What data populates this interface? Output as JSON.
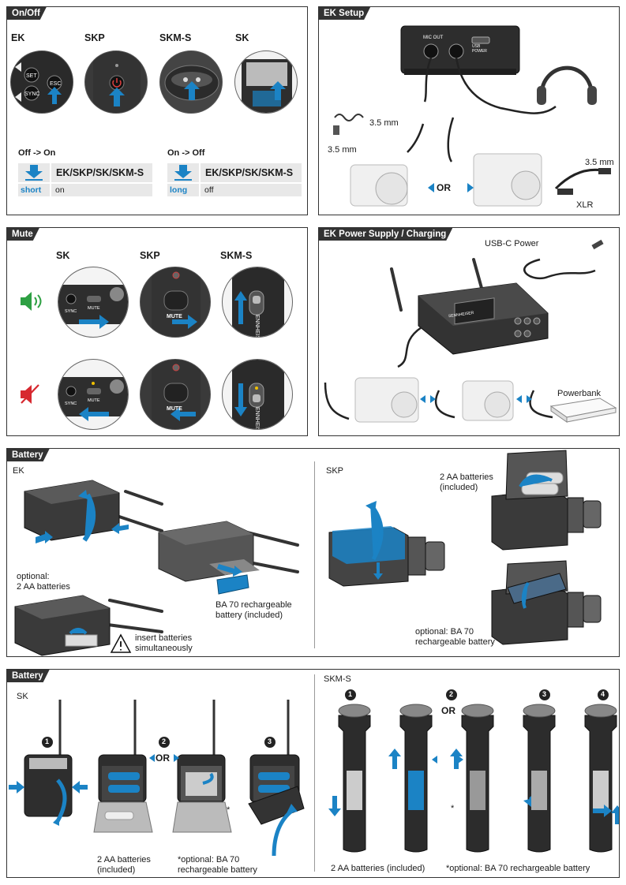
{
  "onoff": {
    "tab": "On/Off",
    "devices": [
      "EK",
      "SKP",
      "SKM-S",
      "SK"
    ],
    "off_on": {
      "heading": "Off -> On",
      "title": "EK/SKP/SK/SKM-S",
      "press": "short",
      "result": "on"
    },
    "on_off": {
      "heading": "On -> Off",
      "title": "EK/SKP/SK/SKM-S",
      "press": "long",
      "result": "off"
    },
    "ek_buttons": [
      "SET",
      "ESC",
      "SYNC"
    ]
  },
  "ek_setup": {
    "tab": "EK Setup",
    "mic_out": "MIC OUT",
    "usb_power": "USB POWER",
    "jack_a": "3.5 mm",
    "jack_b": "3.5 mm",
    "jack_c": "3.5 mm",
    "or": "OR",
    "xlr": "XLR"
  },
  "mute": {
    "tab": "Mute",
    "devices": [
      "SK",
      "SKP",
      "SKM-S"
    ],
    "sync": "SYNC",
    "mute": "MUTE",
    "brand": "ENNHEISER"
  },
  "power": {
    "tab": "EK Power Supply / Charging",
    "usbc": "USB-C Power",
    "powerbank": "Powerbank",
    "brand": "SENNHEISER"
  },
  "battery1": {
    "tab": "Battery",
    "ek_label": "EK",
    "optional_aa": "optional:\n2 AA batteries",
    "ba70": "BA 70 rechargeable\nbattery (included)",
    "warning": "insert batteries\nsimultaneously",
    "skp_label": "SKP",
    "aa_included": "2 AA batteries\n(included)",
    "optional_ba70": "optional: BA 70\nrechargeable battery"
  },
  "battery2": {
    "tab": "Battery",
    "sk_label": "SK",
    "steps": [
      "1",
      "2",
      "3",
      "4"
    ],
    "or": "OR",
    "aa_included": "2 AA batteries\n(included)",
    "optional_ba70": "*optional: BA 70\nrechargeable battery",
    "skm_label": "SKM-S",
    "skm_aa": "2 AA batteries (included)",
    "skm_optional": "*optional: BA 70 rechargeable battery",
    "asterisk": "*"
  },
  "colors": {
    "accent": "#1b83c5",
    "tab_bg": "#333333",
    "cell_bg": "#e8e8e8",
    "sound_on": "#2ea043",
    "sound_off": "#d7282f"
  }
}
